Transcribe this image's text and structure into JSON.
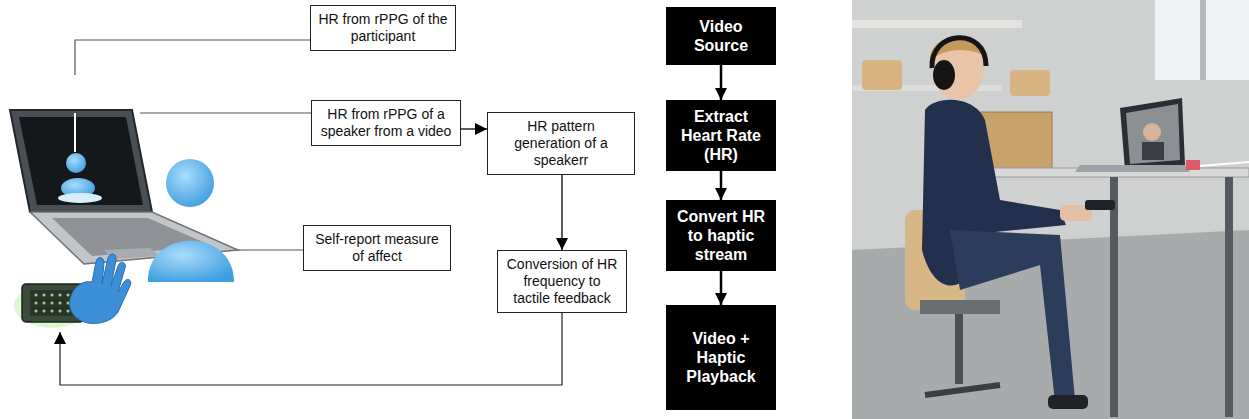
{
  "diagram": {
    "nodes": [
      {
        "text": [
          "HR from rPPG of the participant"
        ]
      },
      {
        "text": [
          "HR from rPPG of a speaker from a video"
        ]
      },
      {
        "text": [
          "HR pattern generation of a speakerr"
        ]
      },
      {
        "text": [
          "Self-report measure of affect"
        ]
      },
      {
        "text": [
          "Conversion of HR frequency to tactile feedback"
        ]
      },
      {
        "text": [
          "Video Source"
        ]
      },
      {
        "text": [
          "Extract Heart Rate (HR)"
        ]
      },
      {
        "text": [
          "Convert HR to haptic stream"
        ]
      },
      {
        "text": [
          "Video + Haptic Playback"
        ]
      }
    ],
    "edges": [
      {
        "from": 1,
        "to": 2,
        "arrow": "to"
      },
      {
        "from": 2,
        "to": 4,
        "arrow": "to"
      },
      {
        "from": 5,
        "to": 6,
        "arrow": "to"
      },
      {
        "from": 6,
        "to": 7,
        "arrow": "to"
      },
      {
        "from": 7,
        "to": 8,
        "arrow": "to"
      }
    ]
  }
}
